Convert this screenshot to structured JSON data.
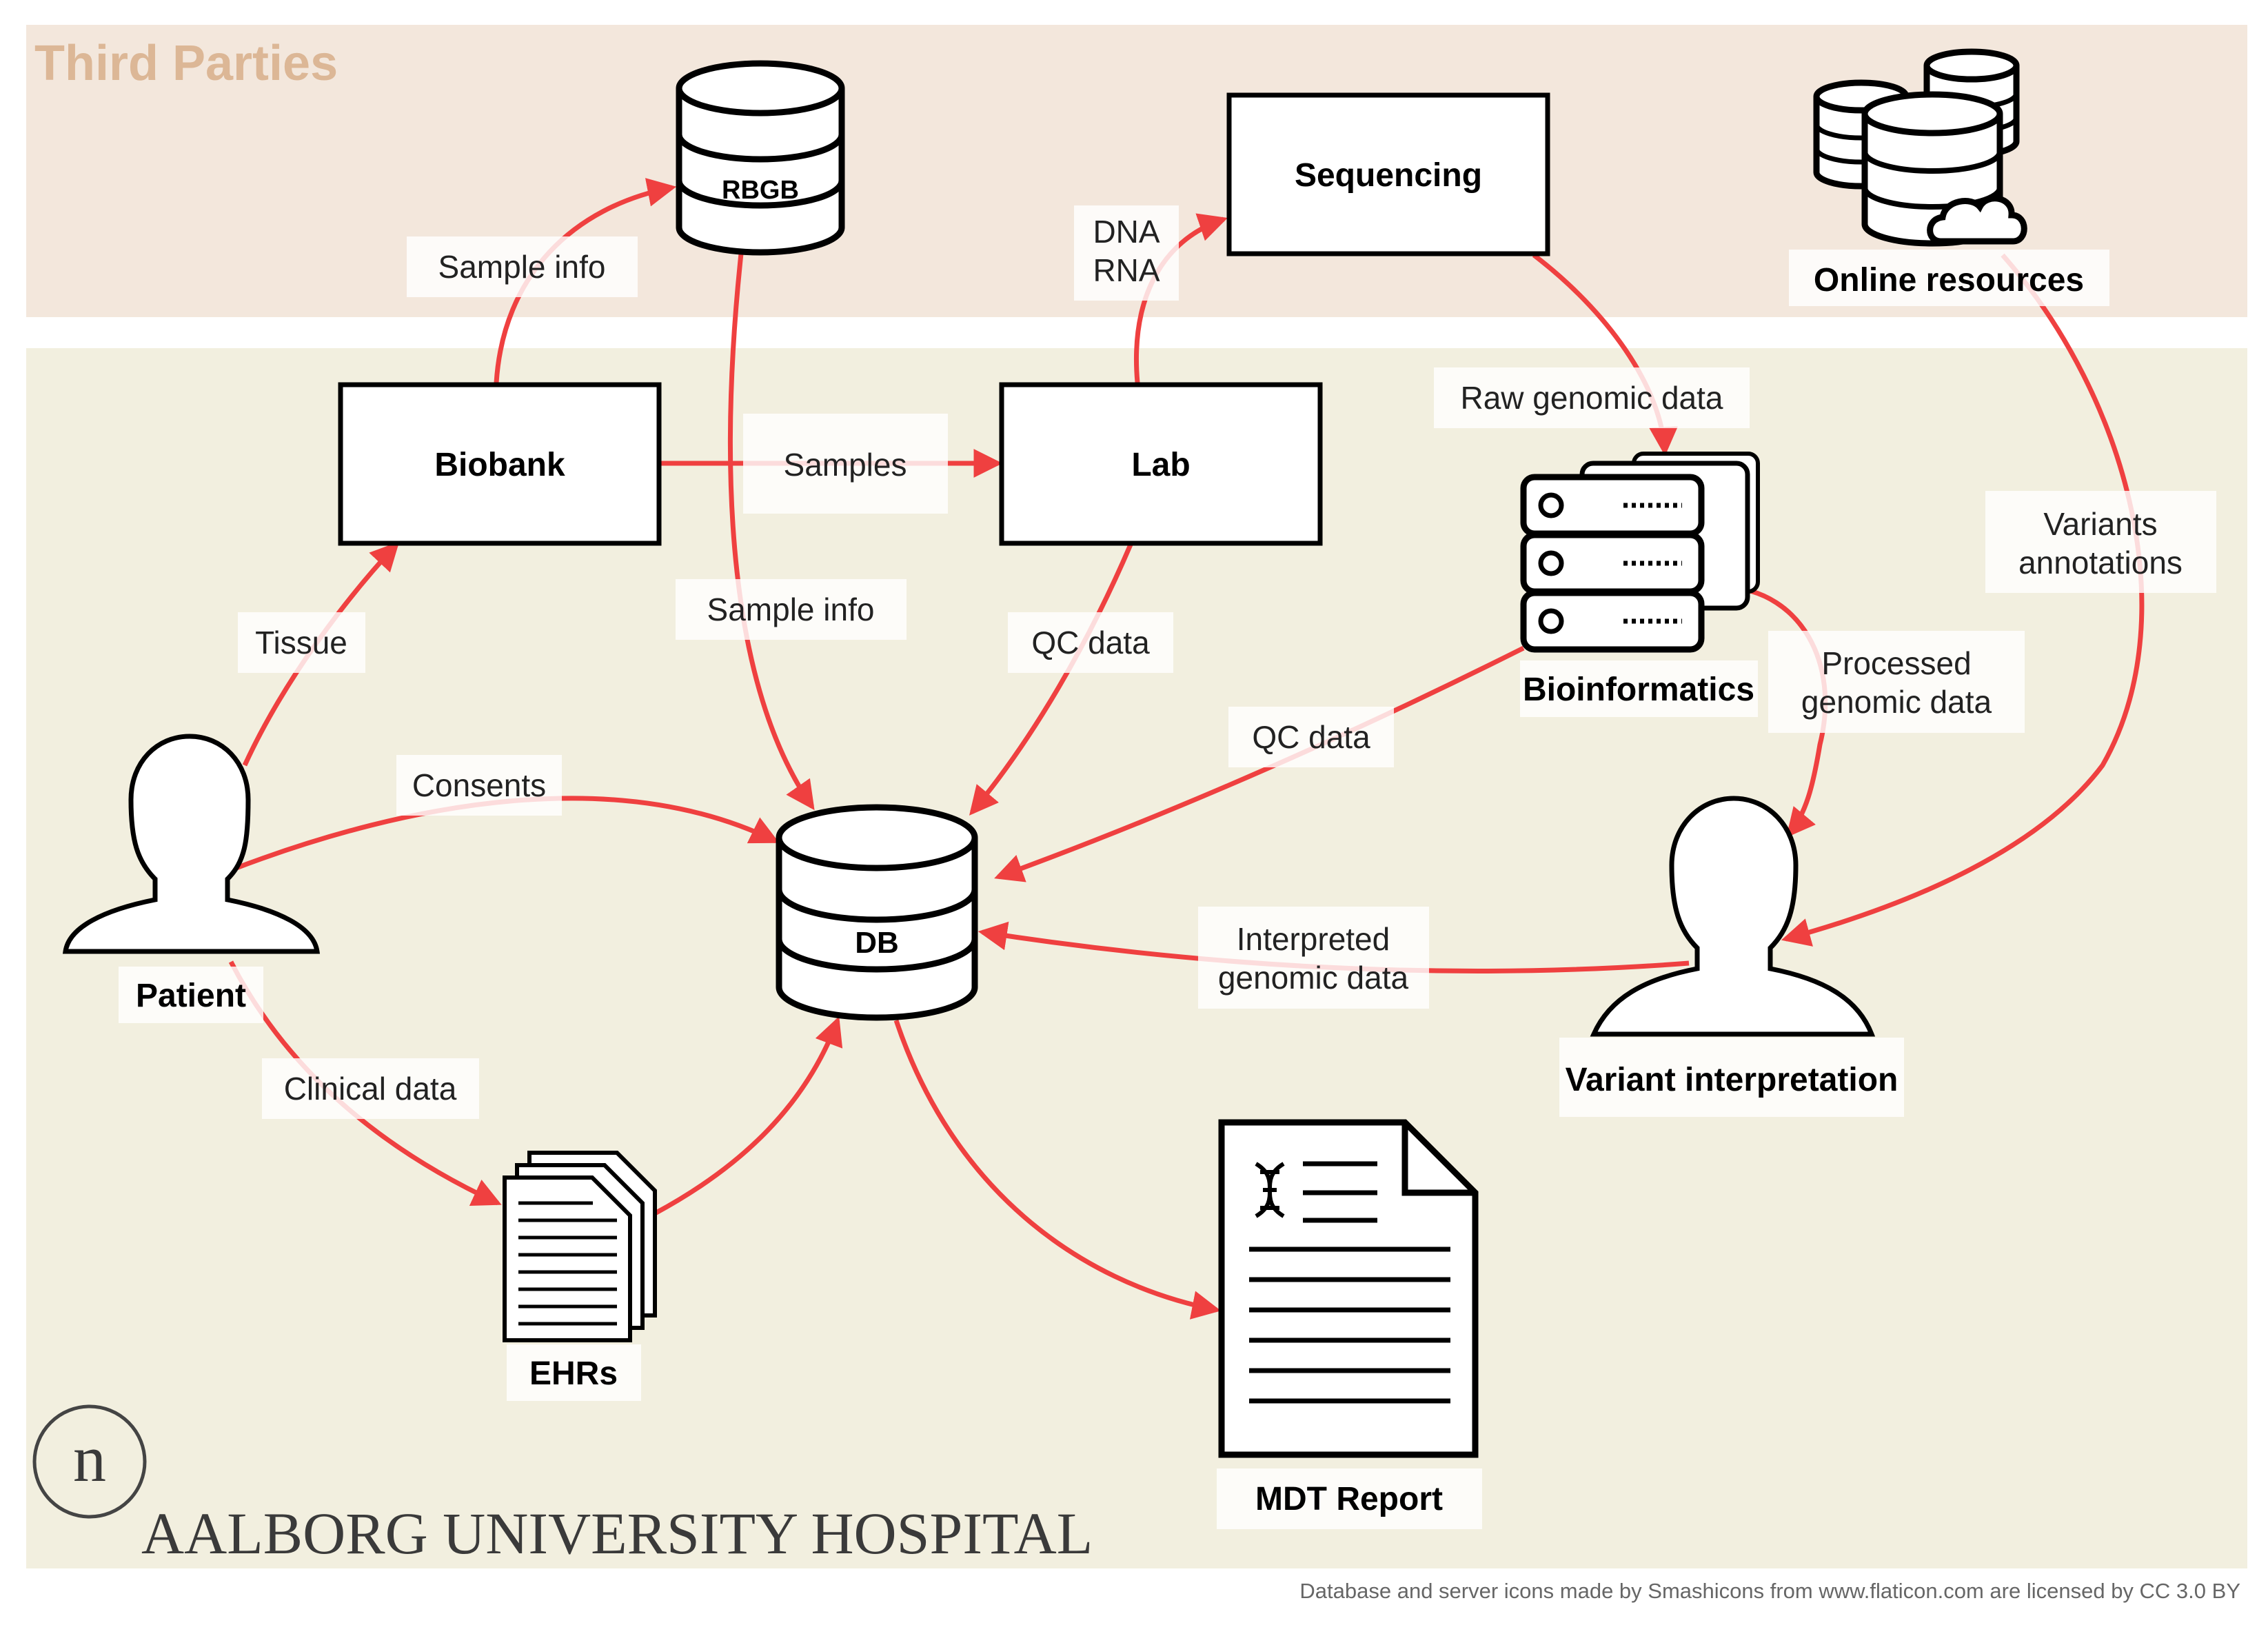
{
  "regions": {
    "third_parties": {
      "title": "Third Parties",
      "color": "#f3e7dc",
      "title_color": "#dcb796"
    },
    "hospital": {
      "color": "#f2efdf"
    }
  },
  "colors": {
    "edge": "#ef4040",
    "label_bg": "#ffffff"
  },
  "nodes": {
    "rbgb": {
      "label": "RBGB",
      "icon": "database-icon"
    },
    "sequencing": {
      "label": "Sequencing"
    },
    "online_resources": {
      "label": "Online resources",
      "icon": "cloud-database-icon"
    },
    "biobank": {
      "label": "Biobank"
    },
    "lab": {
      "label": "Lab"
    },
    "bioinformatics": {
      "label": "Bioinformatics",
      "icon": "server-rack-icon"
    },
    "patient": {
      "label": "Patient",
      "icon": "person-icon"
    },
    "db": {
      "label": "DB",
      "icon": "database-icon"
    },
    "variant_interpretation": {
      "label": "Variant interpretation",
      "icon": "person-icon"
    },
    "ehrs": {
      "label": "EHRs",
      "icon": "documents-icon"
    },
    "mdt_report": {
      "label": "MDT Report",
      "icon": "dna-report-icon"
    }
  },
  "edges": {
    "biobank_rbgb": {
      "label": "Sample info"
    },
    "lab_sequencing": {
      "line1": "DNA",
      "line2": "RNA"
    },
    "sequencing_bioinformatics": {
      "label": "Raw genomic data"
    },
    "biobank_lab": {
      "label": "Samples"
    },
    "rbgb_db": {
      "label": "Sample info"
    },
    "patient_biobank": {
      "label": "Tissue"
    },
    "lab_db": {
      "label": "QC data"
    },
    "online_variant": {
      "line1": "Variants",
      "line2": "annotations"
    },
    "bioinformatics_variant": {
      "line1": "Processed",
      "line2": "genomic data"
    },
    "bioinformatics_db": {
      "label": "QC data"
    },
    "patient_db": {
      "label": "Consents"
    },
    "variant_db": {
      "line1": "Interpreted",
      "line2": "genomic data"
    },
    "patient_ehrs": {
      "label": "Clinical data"
    },
    "ehrs_db": {
      "label": ""
    },
    "db_report": {
      "label": ""
    }
  },
  "branding": {
    "logo_letter": "n",
    "hospital_name": "AALBORG UNIVERSITY HOSPITAL",
    "logo": "aalborg-university-hospital-logo"
  },
  "credit": "Database and server icons made by Smashicons from www.flaticon.com are licensed by CC 3.0 BY"
}
